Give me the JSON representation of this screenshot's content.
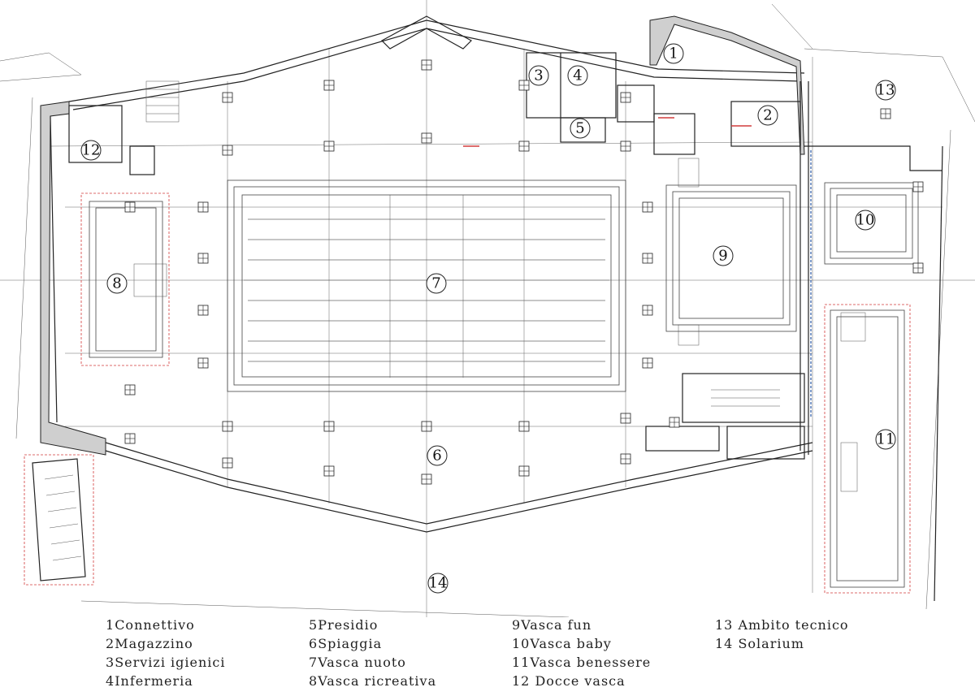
{
  "rooms": [
    {
      "num": "1",
      "label": "Connettivo"
    },
    {
      "num": "2",
      "label": "Magazzino"
    },
    {
      "num": "3",
      "label": "Servizi igienici"
    },
    {
      "num": "4",
      "label": "Infermeria"
    },
    {
      "num": "5",
      "label": "Presidio"
    },
    {
      "num": "6",
      "label": "Spiaggia"
    },
    {
      "num": "7",
      "label": "Vasca nuoto"
    },
    {
      "num": "8",
      "label": "Vasca ricreativa"
    },
    {
      "num": "9",
      "label": "Vasca fun"
    },
    {
      "num": "10",
      "label": "Vasca baby"
    },
    {
      "num": "11",
      "label": "Vasca benessere"
    },
    {
      "num": "12",
      "label": "Docce vasca"
    },
    {
      "num": "13",
      "label": "Ambito tecnico"
    },
    {
      "num": "14",
      "label": "Solarium"
    }
  ],
  "colors": {
    "wall": "#222222",
    "wall_fill": "#cfcfcf",
    "accent_red": "#d23b3b",
    "accent_blue": "#2c5aa8"
  }
}
